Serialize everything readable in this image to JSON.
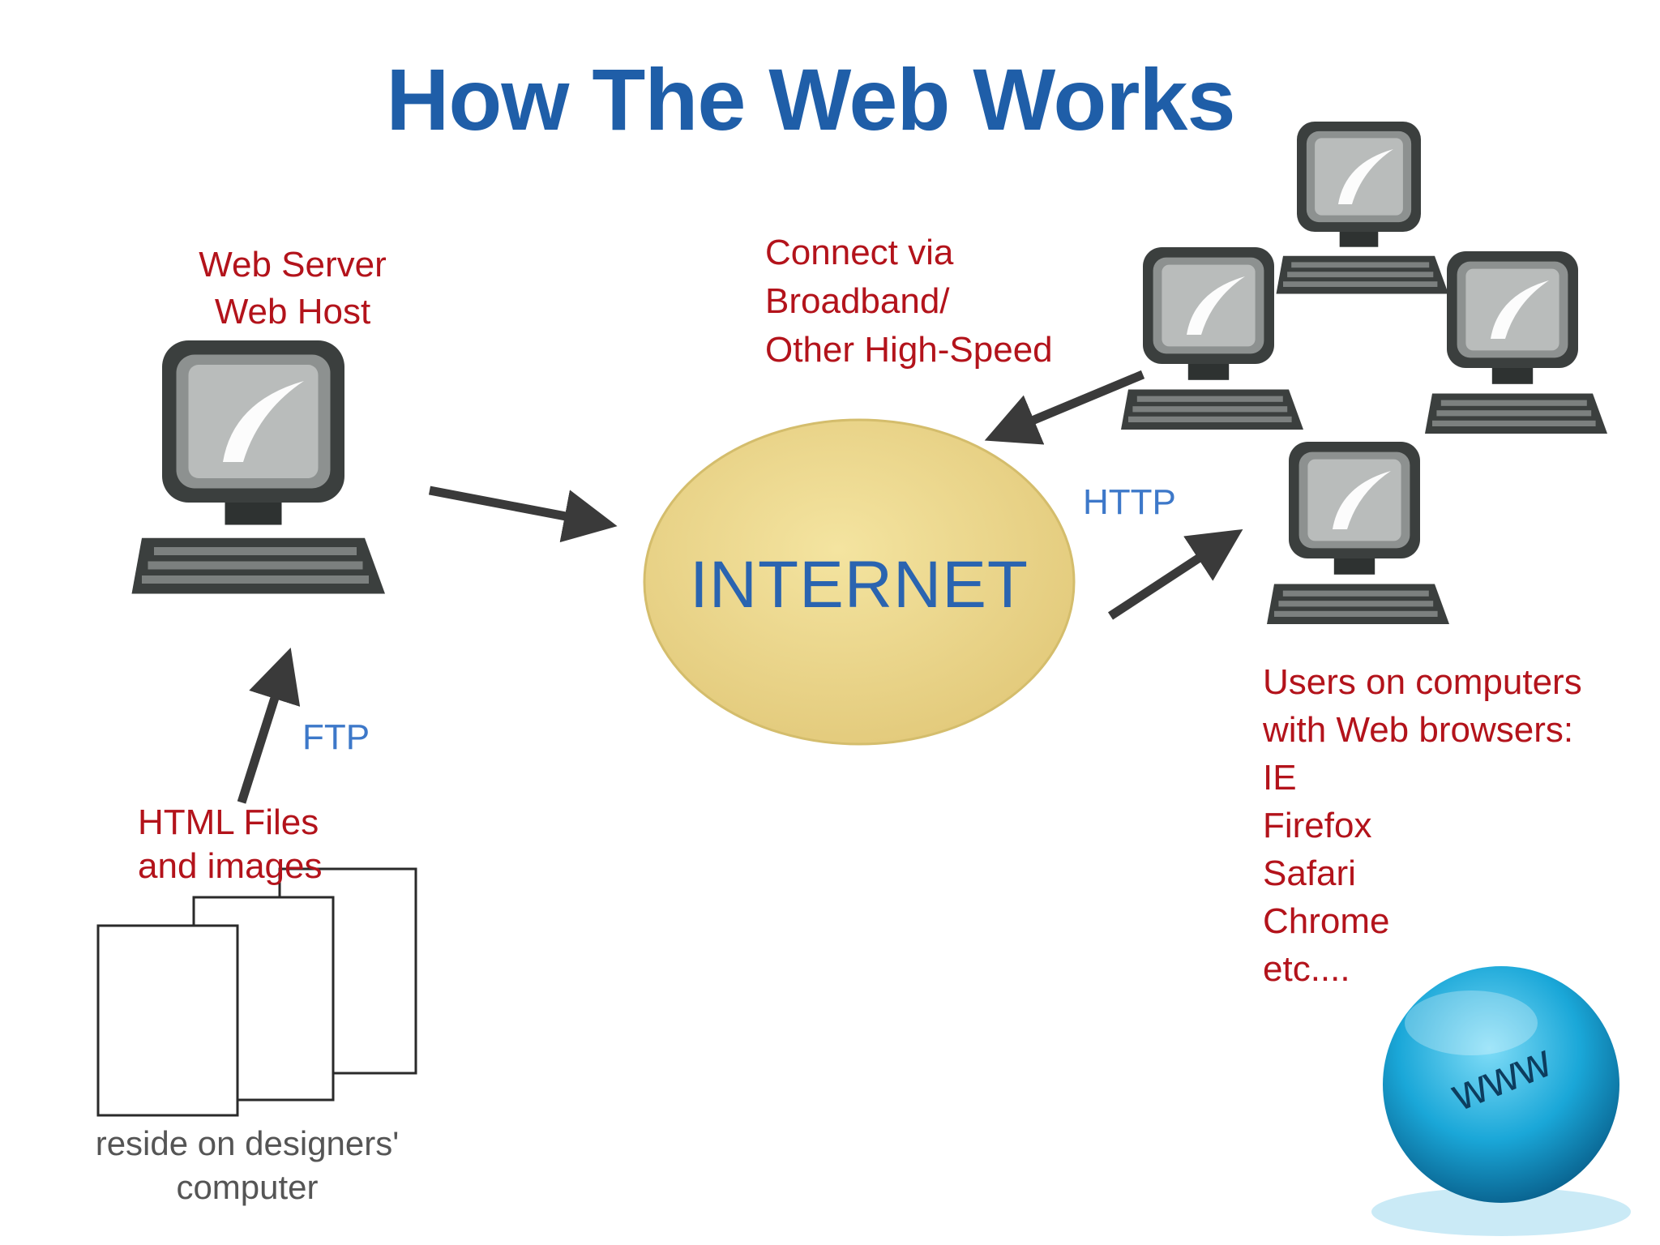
{
  "title": "How The Web Works",
  "server_label": {
    "line1": "Web Server",
    "line2": "Web Host"
  },
  "connect_label": {
    "line1": "Connect via",
    "line2": "Broadband/",
    "line3": "Other High-Speed"
  },
  "internet_label": "INTERNET",
  "http_label": "HTTP",
  "ftp_label": "FTP",
  "files_label": {
    "line1": "HTML Files",
    "line2": "and images"
  },
  "designer_label": {
    "line1": "reside on designers'",
    "line2": "computer"
  },
  "users_label": {
    "line1": "Users on computers",
    "line2": "with Web browsers:",
    "browsers": [
      "IE",
      "Firefox",
      "Safari",
      "Chrome",
      "etc...."
    ]
  },
  "www_label": "www",
  "colors": {
    "title": "#1f5ea8",
    "red_text": "#b3131b",
    "blue_text": "#3d78c9",
    "internet_fill": "#ecd88a",
    "globe": "#1aa7d8",
    "computer_body": "#3b3f3e"
  },
  "icons": [
    "server-computer-icon",
    "client-computer-icon",
    "document-icon",
    "www-globe-icon",
    "arrow-icon"
  ]
}
